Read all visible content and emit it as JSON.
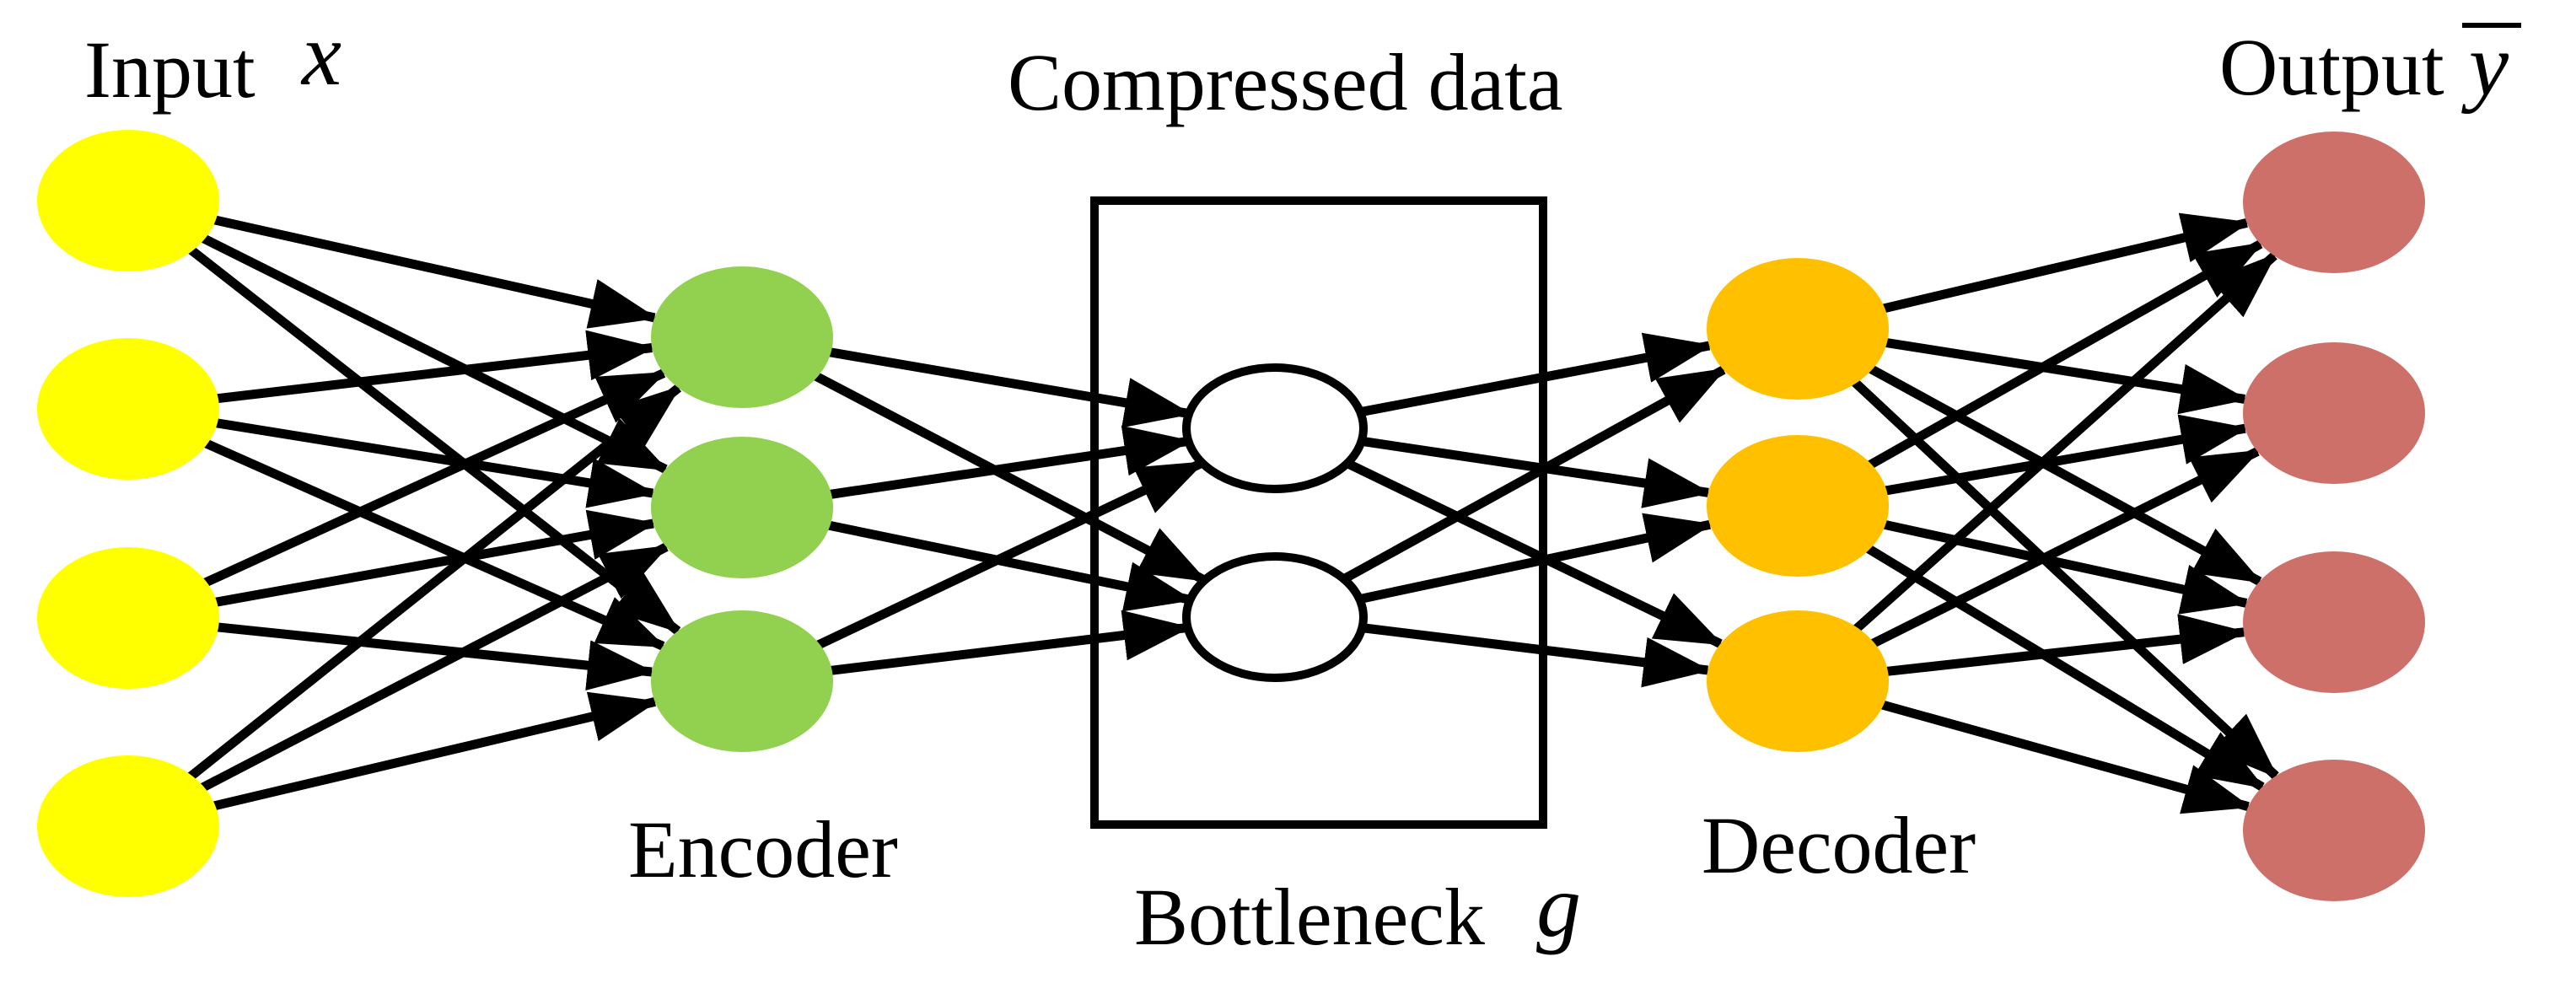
{
  "labels": {
    "input": "Input",
    "input_var": "x",
    "compressed": "Compressed data",
    "output": "Output",
    "output_var": "y",
    "encoder": "Encoder",
    "bottleneck": "Bottleneck",
    "bottleneck_var": "g",
    "decoder": "Decoder"
  },
  "colors": {
    "input": "#ffff00",
    "encoder": "#92d050",
    "bottleneck": "#ffffff",
    "decoder": "#ffc000",
    "output": "#cd706a",
    "edge": "#000000"
  },
  "layers": [
    {
      "name": "input",
      "count": 4
    },
    {
      "name": "encoder",
      "count": 3
    },
    {
      "name": "bottleneck",
      "count": 2
    },
    {
      "name": "decoder",
      "count": 3
    },
    {
      "name": "output",
      "count": 4
    }
  ]
}
